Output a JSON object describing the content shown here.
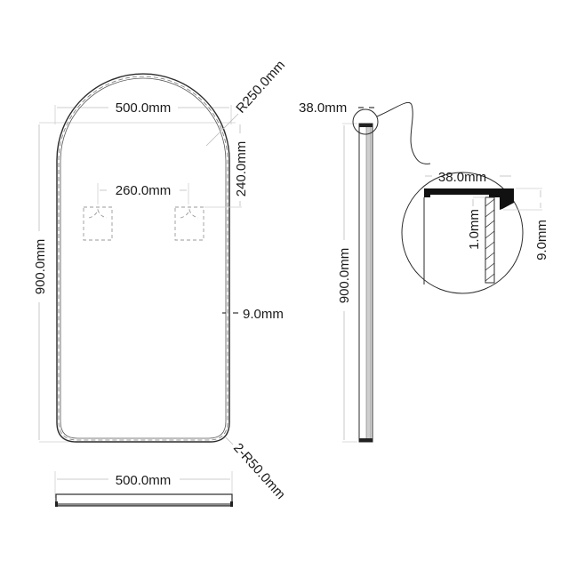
{
  "drawing": {
    "front_view": {
      "width_label": "500.0mm",
      "height_label": "900.0mm",
      "top_radius_label": "R250.0mm",
      "arc_height_label": "240.0mm",
      "hanger_spacing_label": "260.0mm",
      "frame_width_label": "9.0mm",
      "bottom_radius_label": "2-R50.0mm"
    },
    "bottom_view": {
      "width_label": "500.0mm"
    },
    "side_view": {
      "depth_label": "38.0mm",
      "height_label": "900.0mm"
    },
    "detail_view": {
      "depth_label": "38.0mm",
      "glass_thickness_label": "1.0mm",
      "lip_height_label": "9.0mm"
    }
  }
}
